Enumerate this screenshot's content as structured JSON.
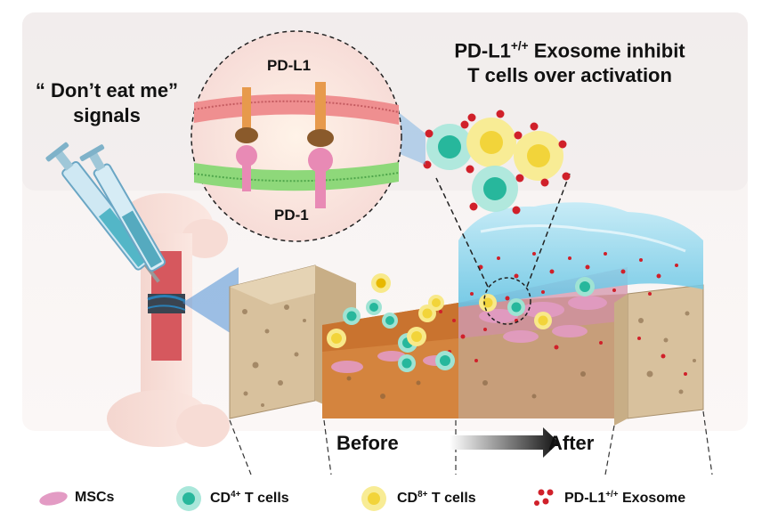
{
  "headline": {
    "line1_prefix": "PD-L1",
    "line1_sup": "+/+",
    "line1_suffix": " Exosome inhibit",
    "line2": "T cells over activation"
  },
  "signal_title": {
    "line1": "“ Don’t eat me”",
    "line2": "signals"
  },
  "inset": {
    "top_label": "PD-L1",
    "bottom_label": "PD-1"
  },
  "timeline": {
    "before": "Before",
    "after": "After"
  },
  "legend": [
    {
      "label": "MSCs",
      "sup": "",
      "suffix": ""
    },
    {
      "label": "CD",
      "sup": "4+",
      "suffix": " T cells"
    },
    {
      "label": "CD",
      "sup": "8+",
      "suffix": " T cells"
    },
    {
      "label": "PD-L1",
      "sup": "+/+",
      "suffix": " Exosome"
    }
  ],
  "colors": {
    "cd4": "#27b79c",
    "cd8": "#f2d43a",
    "exosome": "#d0202a",
    "msc": "#e39bc4",
    "bone": "#d9c2a0",
    "hydrogel": "#7fd3ec"
  }
}
